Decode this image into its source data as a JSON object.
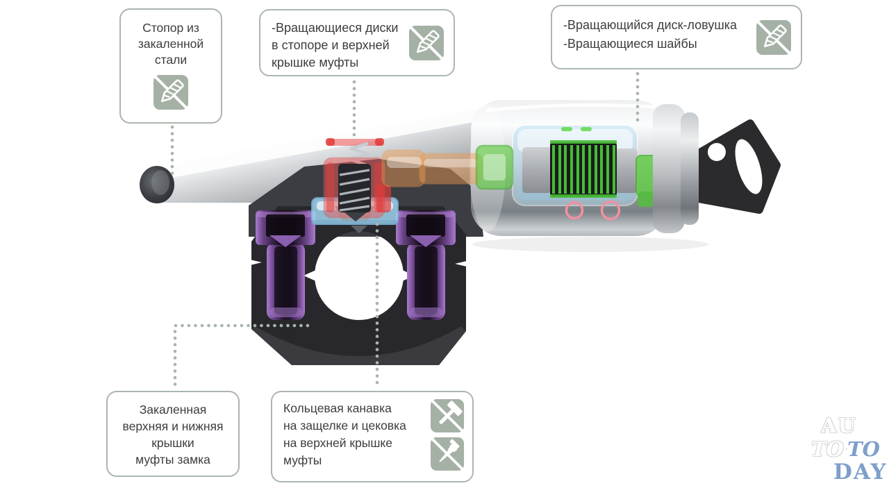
{
  "callouts": [
    {
      "id": "stopper",
      "lines": [
        "Стопор из",
        "закаленной",
        "стали"
      ],
      "icon": "anti-drill"
    },
    {
      "id": "rotating-discs",
      "lines": [
        "-Вращающиеся диски",
        "в стопоре и верхней",
        "крышке муфты"
      ],
      "icon": "anti-drill"
    },
    {
      "id": "trap-disc",
      "lines": [
        "-Вращающийся диск-ловушка",
        "-Вращающиеся шайбы"
      ],
      "icon": "anti-drill"
    },
    {
      "id": "hardened-covers",
      "lines": [
        "Закаленная",
        "верхняя и нижняя",
        "крышки",
        "муфты замка"
      ]
    },
    {
      "id": "ring-groove",
      "lines": [
        "Кольцевая канавка",
        "на защелке и цековка",
        "на верхней крышке",
        "муфты"
      ],
      "icons": [
        "anti-hammer",
        "anti-punch"
      ]
    }
  ],
  "watermark": {
    "line1": "AU",
    "line2_white": "TO",
    "line2_dot": "·",
    "line2_blue": "TO",
    "line3": "DAY"
  },
  "colors": {
    "callout_border": "#abb6ac",
    "icon_bg": "#a6b1a6",
    "connector_dot": "#a9b5ab",
    "text": "#3b3d3f",
    "watermark_blue": "#7e9fcb",
    "highlight_red": "#e15555",
    "highlight_orange": "#ef9b4e",
    "highlight_green": "#46bd33",
    "highlight_blue": "#a4d4ef",
    "highlight_purple": "#a678cc",
    "clamp_black": "#28282c"
  }
}
